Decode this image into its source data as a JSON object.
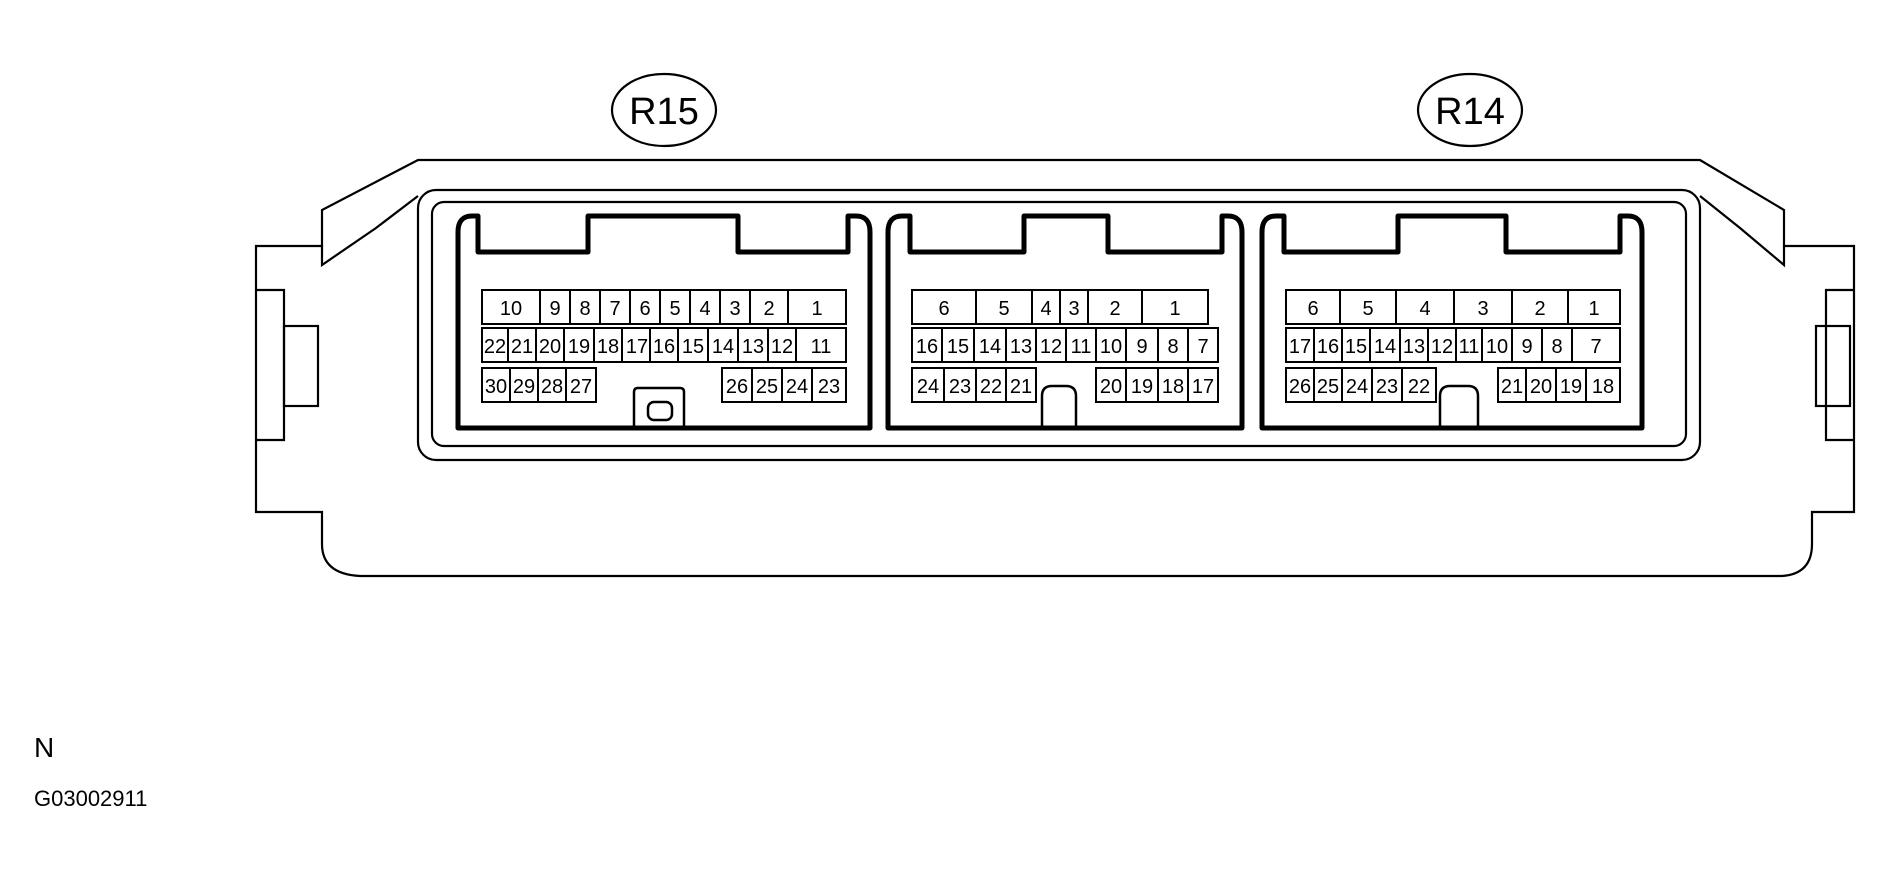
{
  "callouts": [
    {
      "id": "R15",
      "label": "R15"
    },
    {
      "id": "R14",
      "label": "R14"
    }
  ],
  "connectors": [
    {
      "id": "r15-block",
      "rows": [
        [
          "10",
          "9",
          "8",
          "7",
          "6",
          "5",
          "4",
          "3",
          "2",
          "1"
        ],
        [
          "22",
          "21",
          "20",
          "19",
          "18",
          "17",
          "16",
          "15",
          "14",
          "13",
          "12",
          "11"
        ],
        [
          "30",
          "29",
          "28",
          "27",
          "26",
          "25",
          "24",
          "23"
        ]
      ]
    },
    {
      "id": "middle-block",
      "rows": [
        [
          "6",
          "5",
          "4",
          "3",
          "2",
          "1"
        ],
        [
          "16",
          "15",
          "14",
          "13",
          "12",
          "11",
          "10",
          "9",
          "8",
          "7"
        ],
        [
          "24",
          "23",
          "22",
          "21",
          "20",
          "19",
          "18",
          "17"
        ]
      ]
    },
    {
      "id": "r14-block",
      "rows": [
        [
          "6",
          "5",
          "4",
          "3",
          "2",
          "1"
        ],
        [
          "17",
          "16",
          "15",
          "14",
          "13",
          "12",
          "11",
          "10",
          "9",
          "8",
          "7"
        ],
        [
          "26",
          "25",
          "24",
          "23",
          "22",
          "21",
          "20",
          "19",
          "18"
        ]
      ]
    }
  ],
  "footer": {
    "marker": "N",
    "figure_code": "G03002911"
  }
}
